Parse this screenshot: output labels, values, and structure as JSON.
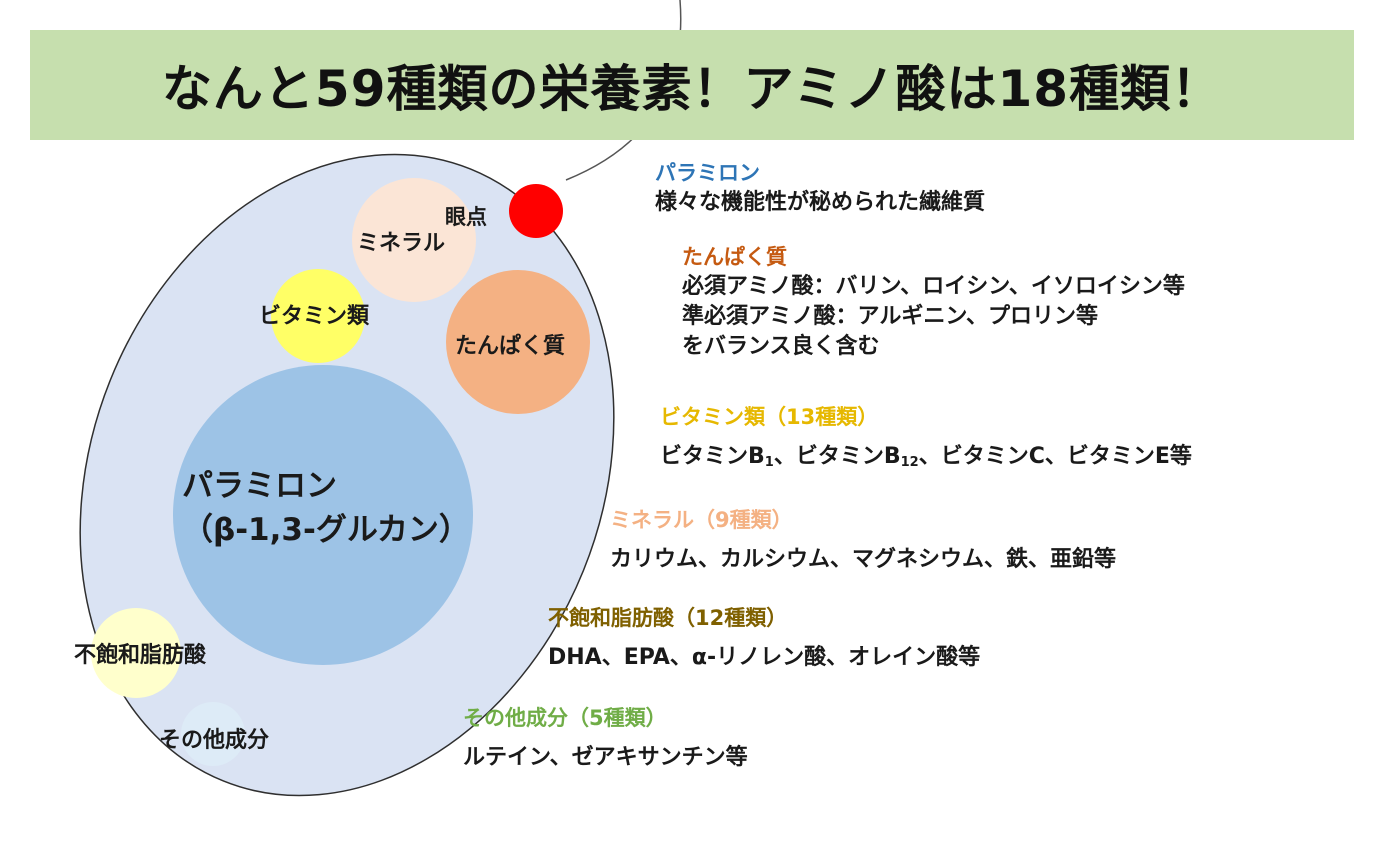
{
  "title": "なんと59種類の栄養素！アミノ酸は18種類！",
  "colors": {
    "title_bg": "#c6dfae",
    "ellipse_fill": "#dae3f3",
    "paramylon_circle": "#9dc3e6",
    "protein_circle": "#f4b183",
    "mineral_circle": "#fbe5d6",
    "vitamin_circle": "#ffff66",
    "eyespot_circle": "#ff0000",
    "fatty_acid_circle": "#ffffcc",
    "other_circle": "#ddebf7",
    "paramylon_heading": "#2e75b6",
    "protein_heading": "#c55a11",
    "vitamin_heading": "#e6b800",
    "mineral_heading": "#f4b183",
    "fatty_acid_heading": "#7f6000",
    "other_heading": "#70ad47"
  },
  "diagram": {
    "eyespot": "眼点",
    "mineral": "ミネラル",
    "vitamin": "ビタミン類",
    "protein": "たんぱく質",
    "paramylon_line1": "パラミロン",
    "paramylon_line2": "（β-1,3-グルカン）",
    "fatty_acid": "不飽和脂肪酸",
    "other": "その他成分"
  },
  "sections": {
    "paramylon": {
      "heading": "パラミロン",
      "body": "様々な機能性が秘められた繊維質"
    },
    "protein": {
      "heading": "たんぱく質",
      "body1": "必須アミノ酸：バリン、ロイシン、イソロイシン等",
      "body2": "準必須アミノ酸：アルギニン、プロリン等",
      "body3": "をバランス良く含む"
    },
    "vitamin": {
      "heading": "ビタミン類（13種類）",
      "b1_main": "ビタミンB",
      "b1_sub": "1",
      "b12_main": "、ビタミンB",
      "b12_sub": "12",
      "rest": "、ビタミンC、ビタミンE等"
    },
    "mineral": {
      "heading": "ミネラル（9種類）",
      "body": "カリウム、カルシウム、マグネシウム、鉄、亜鉛等"
    },
    "fatty_acid": {
      "heading": "不飽和脂肪酸（12種類）",
      "body": "DHA、EPA、α-リノレン酸、オレイン酸等"
    },
    "other": {
      "heading": "その他成分（5種類）",
      "body": "ルテイン、ゼアキサンチン等"
    }
  }
}
